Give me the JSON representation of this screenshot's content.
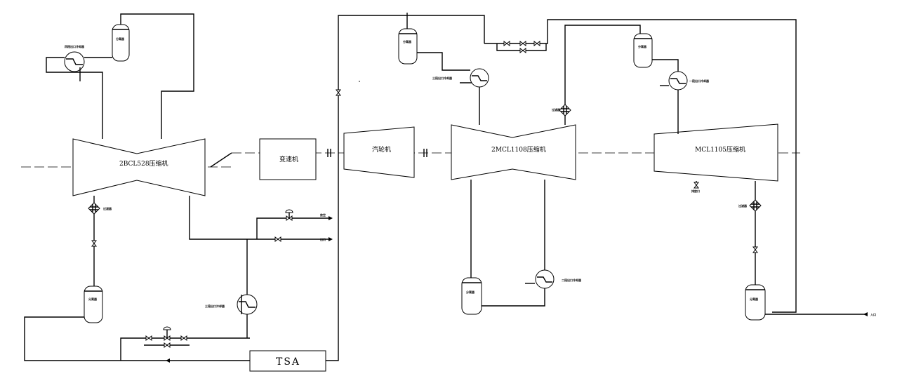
{
  "equipment": {
    "comp1": "2BCL528压缩机",
    "comp2": "2MCL1108压缩机",
    "comp3": "MCL1105压缩机",
    "gearbox": "变速机",
    "turbine": "汽轮机",
    "tsa": "TSA",
    "separator": "分离器",
    "filter": "过滤器"
  },
  "labels": {
    "cooler_outlet_4": "四段出口冷却器",
    "cooler_outlet_3": "三段出口冷却器",
    "cooler_outlet_3b": "三段出口冷却器",
    "cooler_outlet_2": "二段出口冷却器",
    "cooler_outlet_1": "一段出口冷却器",
    "vent": "放空",
    "outlet": "出口",
    "inlet": "入口",
    "drain": "排放口"
  }
}
